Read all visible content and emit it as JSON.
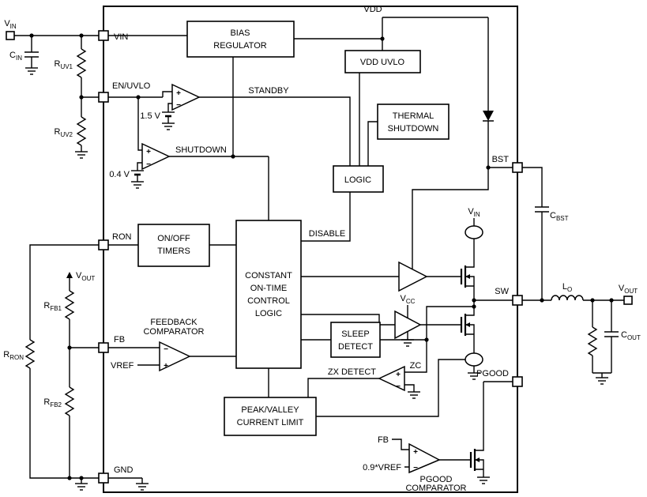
{
  "pins": {
    "vin": "VIN",
    "en_uvlo": "EN/UVLO",
    "ron": "RON",
    "fb": "FB",
    "gnd": "GND",
    "bst": "BST",
    "sw": "SW",
    "pgood": "PGOOD"
  },
  "blocks": {
    "bias": [
      "BIAS",
      "REGULATOR"
    ],
    "vdd_uvlo": [
      "VDD UVLO"
    ],
    "thermal": [
      "THERMAL",
      "SHUTDOWN"
    ],
    "logic": [
      "LOGIC"
    ],
    "timers": [
      "ON/OFF",
      "TIMERS"
    ],
    "cot": [
      "CONSTANT",
      "ON-TIME",
      "CONTROL",
      "LOGIC"
    ],
    "sleep": [
      "SLEEP",
      "DETECT"
    ],
    "peak_valley": [
      "PEAK/VALLEY",
      "CURRENT LIMIT"
    ],
    "feedback_comparator": [
      "FEEDBACK",
      "COMPARATOR"
    ],
    "pgood_comparator": [
      "PGOOD",
      "COMPARATOR"
    ],
    "zx_detect": "ZX DETECT"
  },
  "signals": {
    "standby": "STANDBY",
    "shutdown": "SHUTDOWN",
    "disable": "DISABLE",
    "zc": "ZC",
    "vdd": "VDD",
    "vref": "VREF",
    "fb": "FB",
    "pgood_ref": "0.9*VREF",
    "en_ref": "1.5 V",
    "shdn_ref": "0.4 V"
  },
  "nets": {
    "vin": {
      "main": "V",
      "sub": "IN"
    },
    "vout": {
      "main": "V",
      "sub": "OUT"
    },
    "vcc": {
      "main": "V",
      "sub": "CC"
    }
  },
  "components": {
    "cin": {
      "main": "C",
      "sub": "IN"
    },
    "ruv1": {
      "main": "R",
      "sub": "UV1"
    },
    "ruv2": {
      "main": "R",
      "sub": "UV2"
    },
    "rron": {
      "main": "R",
      "sub": "RON"
    },
    "rfb1": {
      "main": "R",
      "sub": "FB1"
    },
    "rfb2": {
      "main": "R",
      "sub": "FB2"
    },
    "cbst": {
      "main": "C",
      "sub": "BST"
    },
    "lo": {
      "main": "L",
      "sub": "O"
    },
    "cout": {
      "main": "C",
      "sub": "OUT"
    }
  },
  "marks": {
    "plus": "+",
    "minus": "−"
  }
}
